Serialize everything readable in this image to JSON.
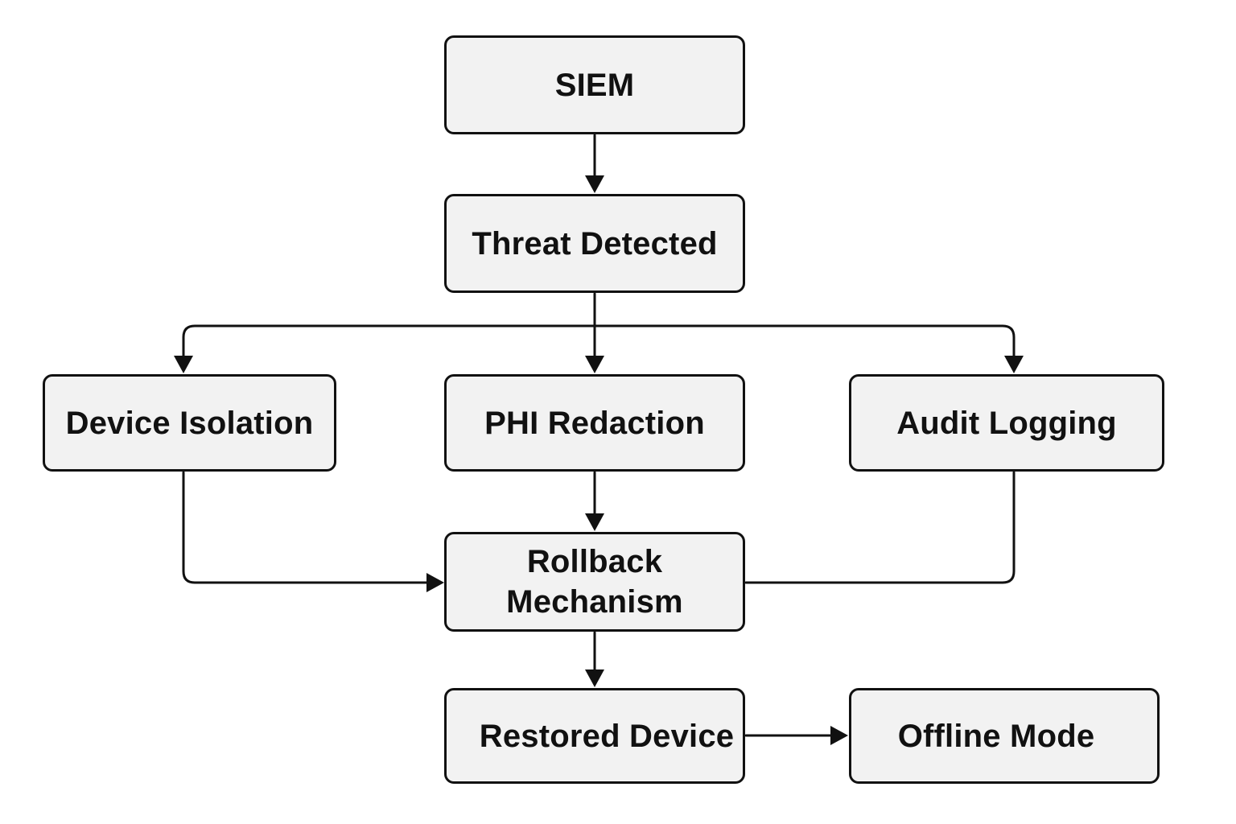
{
  "diagram": {
    "nodes": {
      "siem": "SIEM",
      "threat_detected": "Threat Detected",
      "device_isolation": "Device Isolation",
      "phi_redaction": "PHI Redaction",
      "audit_logging": "Audit Logging",
      "rollback_mechanism": "Rollback\nMechanism",
      "restored_device": "Restored Device",
      "offline_mode": "Offline Mode"
    },
    "edges": [
      {
        "from": "siem",
        "to": "threat_detected"
      },
      {
        "from": "threat_detected",
        "to": "device_isolation"
      },
      {
        "from": "threat_detected",
        "to": "phi_redaction"
      },
      {
        "from": "threat_detected",
        "to": "audit_logging"
      },
      {
        "from": "device_isolation",
        "to": "rollback_mechanism"
      },
      {
        "from": "phi_redaction",
        "to": "rollback_mechanism"
      },
      {
        "from": "audit_logging",
        "to": "rollback_mechanism"
      },
      {
        "from": "rollback_mechanism",
        "to": "restored_device"
      },
      {
        "from": "restored_device",
        "to": "offline_mode"
      }
    ],
    "colors": {
      "box_fill": "#f2f2f2",
      "stroke": "#111111",
      "background": "#ffffff"
    }
  }
}
